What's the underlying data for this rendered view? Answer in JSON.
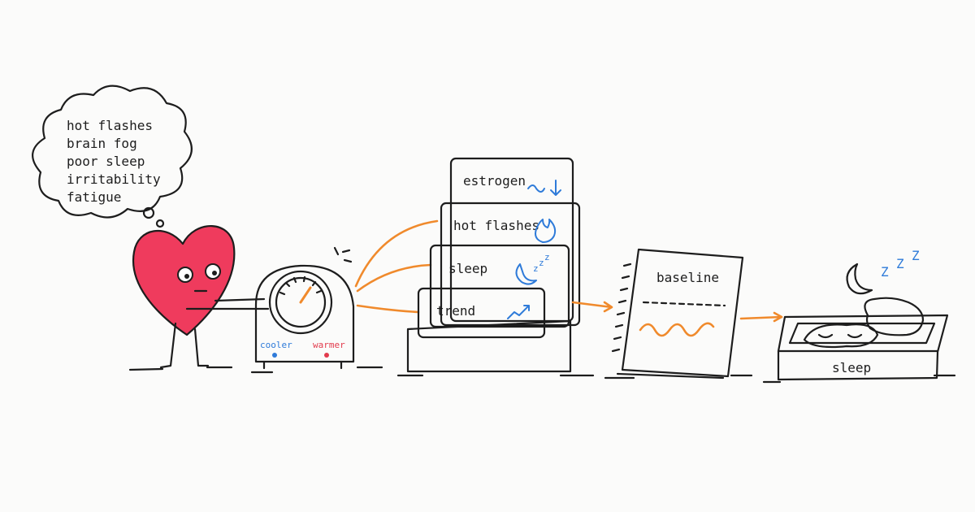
{
  "thought_bubble": {
    "lines": [
      "hot flashes",
      "brain fog",
      "poor sleep",
      "irritability",
      "fatigue"
    ]
  },
  "thermostat": {
    "cooler_label": "cooler",
    "warmer_label": "warmer",
    "colors": {
      "cooler": "#2f7bd9",
      "warmer": "#e23b4d"
    }
  },
  "file_cards": [
    {
      "label": "estrogen",
      "icon": "wave-down-arrow-icon"
    },
    {
      "label": "hot flashes",
      "icon": "flame-icon"
    },
    {
      "label": "sleep",
      "icon": "moon-zzz-icon"
    },
    {
      "label": "trend",
      "icon": "trend-up-arrow-icon"
    }
  ],
  "notebook": {
    "label": "baseline"
  },
  "bed": {
    "label": "sleep",
    "zzz": "z z z"
  },
  "colors": {
    "heart": "#ef3b5d",
    "accent_orange": "#f08a2c",
    "icon_blue": "#2f7bd9"
  }
}
